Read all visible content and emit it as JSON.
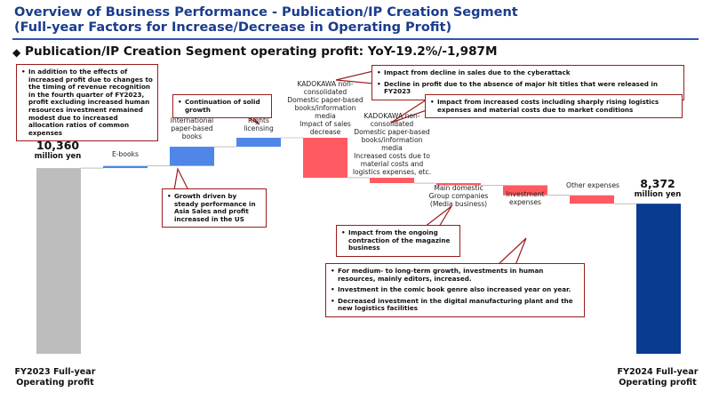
{
  "slide": {
    "title_line1": "Overview of Business Performance - Publication/IP Creation Segment",
    "title_line2": "(Full-year Factors for Increase/Decrease in Operating Profit)",
    "subtitle": "Publication/IP Creation Segment operating profit: YoY-19.2%/-1,987M",
    "subtitle_marker": "◆"
  },
  "chart_data": {
    "type": "waterfall",
    "unit": "million yen",
    "start": {
      "label_line1": "FY2023 Full-year",
      "label_line2": "Operating profit",
      "value": 10360,
      "value_text": "10,360",
      "unit_text": "million yen"
    },
    "end": {
      "label_line1": "FY2024 Full-year",
      "label_line2": "Operating profit",
      "value": 8372,
      "value_text": "8,372",
      "unit_text": "million yen"
    },
    "steps": [
      {
        "label": "E-books",
        "delta": 120,
        "sign": "positive"
      },
      {
        "label": "International paper-based books",
        "delta": 1070,
        "sign": "positive"
      },
      {
        "label": "Rights licensing",
        "delta": 500,
        "sign": "positive"
      },
      {
        "label": "KADOKAWA non-consolidated Domestic paper-based books/information media Impact of sales decrease",
        "delta": -2230,
        "sign": "negative"
      },
      {
        "label": "KADOKAWA non-consolidated Domestic paper-based books/information media Increased costs due to material costs and logistics expenses, etc.",
        "delta": -300,
        "sign": "negative"
      },
      {
        "label": "Main domestic Group companies (Media business)",
        "delta": -120,
        "sign": "negative"
      },
      {
        "label": "Investment expenses",
        "delta": -560,
        "sign": "negative"
      },
      {
        "label": "Other expenses",
        "delta": -467,
        "sign": "negative"
      }
    ],
    "colors": {
      "start": "#bdbdbd",
      "end": "#0b3a91",
      "positive": "#4f86e8",
      "negative": "#ff5a61",
      "connector": "#999999"
    },
    "step_labels": [
      {
        "lines": [
          "E-books"
        ]
      },
      {
        "lines": [
          "International",
          "paper-based",
          "books"
        ]
      },
      {
        "lines": [
          "Rights",
          "licensing"
        ]
      },
      {
        "lines": [
          "KADOKAWA non-",
          "consolidated",
          "Domestic paper-based",
          "books/information",
          "media",
          "Impact of sales",
          "decrease"
        ]
      },
      {
        "lines": [
          "KADOKAWA non-",
          "consolidated",
          "Domestic paper-based",
          "books/information",
          "media",
          "Increased costs due to",
          "material costs and",
          "logistics expenses, etc."
        ]
      },
      {
        "lines": [
          "Main domestic",
          "Group companies",
          "(Media business)"
        ]
      },
      {
        "lines": [
          "Investment",
          "expenses"
        ]
      },
      {
        "lines": [
          "Other expenses"
        ]
      }
    ]
  },
  "callouts": {
    "intro": {
      "items": [
        "In addition to the effects of increased profit due to changes to the timing of revenue recognition in the fourth quarter of FY2023, profit excluding increased human resources investment remained modest due to increased allocation ratios of common expenses"
      ]
    },
    "rights": {
      "items": [
        "Continuation of solid growth"
      ]
    },
    "international": {
      "items": [
        "Growth driven by steady performance in Asia Sales and profit increased in the US"
      ]
    },
    "sales_decrease": {
      "items": [
        "Impact from decline in sales due to the cyberattack",
        "Decline in profit due to the absence of major hit titles that were released in FY2023"
      ]
    },
    "costs": {
      "items": [
        "Impact from increased costs including sharply rising logistics expenses and material costs due to market conditions"
      ]
    },
    "magazine": {
      "items": [
        "Impact from the ongoing contraction of the magazine business"
      ]
    },
    "investment": {
      "items": [
        "For medium- to long-term growth, investments in human resources, mainly editors, increased.",
        "Investment in the comic book genre also increased year on year.",
        "Decreased investment in the digital manufacturing plant and the new logistics facilities"
      ]
    }
  }
}
